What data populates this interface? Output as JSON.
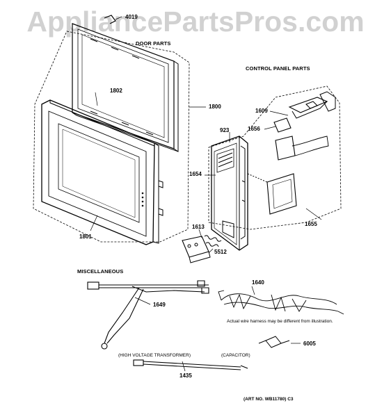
{
  "watermark": "AppliancePartsPros.com",
  "sections": {
    "door": "DOOR PARTS",
    "control": "CONTROL PANEL PARTS",
    "misc": "MISCELLANEOUS"
  },
  "parts": {
    "p4019": "4019",
    "p1802": "1802",
    "p1800": "1800",
    "p1801": "1801",
    "p923": "923",
    "p1609": "1609",
    "p1656": "1656",
    "p1654": "1654",
    "p1613": "1613",
    "p5512": "5512",
    "p1655": "1655",
    "p1640": "1640",
    "p1649": "1649",
    "p6005": "6005",
    "p1435": "1435"
  },
  "notes": {
    "harness": "Actual wire harness may be different from illustration.",
    "hv_transformer": "(HIGH VOLTAGE TRANSFORMER)",
    "capacitor": "(CAPACITOR)",
    "art_no": "(ART NO. WB11780)  C3"
  }
}
